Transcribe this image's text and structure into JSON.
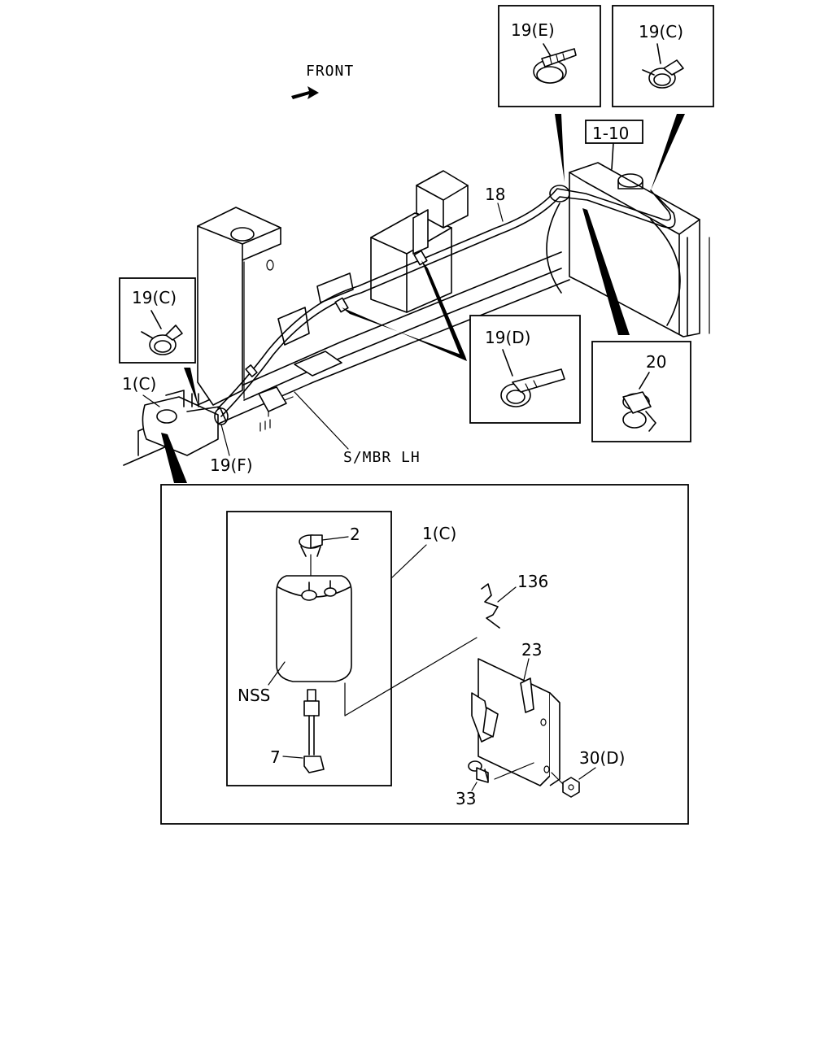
{
  "labels": {
    "front": "FRONT",
    "part_1_10": "1-10",
    "part_18": "18",
    "part_19e": "19(E)",
    "part_19c_top": "19(C)",
    "part_19c_left": "19(C)",
    "part_19d": "19(D)",
    "part_20": "20",
    "part_1c_top": "1(C)",
    "part_19f": "19(F)",
    "s_mbr_lh": "S/MBR LH",
    "part_2": "2",
    "part_1c_detail": "1(C)",
    "part_136": "136",
    "part_23": "23",
    "nss": "NSS",
    "part_7": "7",
    "part_30d": "30(D)",
    "part_33": "33"
  }
}
